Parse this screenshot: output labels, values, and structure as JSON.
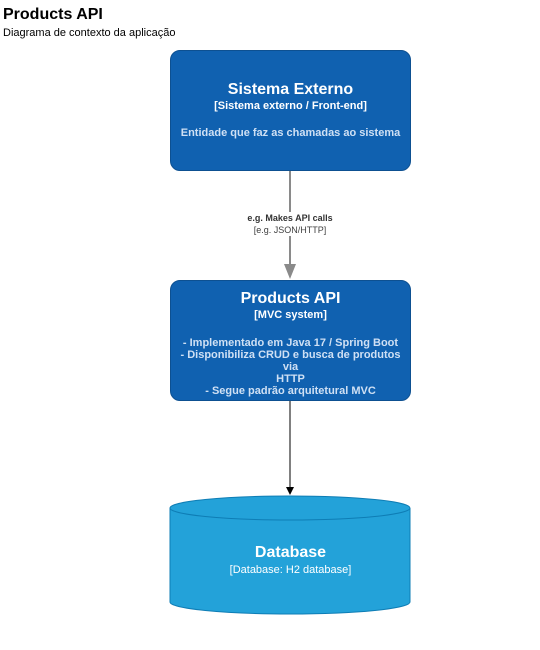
{
  "diagram": {
    "title": "Products API",
    "subtitle": "Diagrama de contexto da aplicação"
  },
  "colors": {
    "system_box": "#1061b0",
    "database": "#23a2d9",
    "arrow_gray": "#8a8a8a",
    "arrow_black": "#000000"
  },
  "nodes": {
    "external": {
      "name": "Sistema Externo",
      "technology": "[Sistema externo / Front-end]",
      "description": "Entidade que faz as chamadas ao sistema"
    },
    "api": {
      "name": "Products API",
      "technology": "[MVC system]",
      "description_lines": [
        "- Implementado em Java 17 / Spring Boot",
        "- Disponibiliza CRUD e busca de produtos via",
        "HTTP",
        "- Segue padrão arquitetural MVC"
      ]
    },
    "database": {
      "name": "Database",
      "technology": "[Database: H2 database]"
    }
  },
  "edges": {
    "external_to_api": {
      "label": "e.g. Makes API calls",
      "technology": "[e.g. JSON/HTTP]"
    }
  }
}
